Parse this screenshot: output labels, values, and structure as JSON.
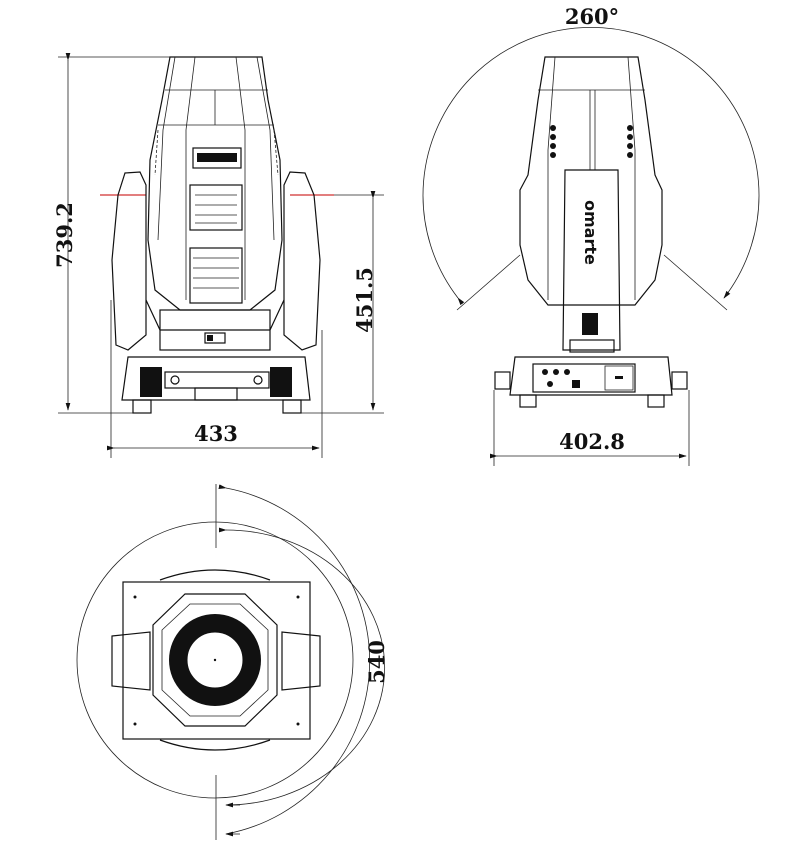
{
  "drawing": {
    "front_view": {
      "height_total": "739.2",
      "pivot_height": "451.5",
      "width": "433"
    },
    "side_view": {
      "tilt_angle": "260°",
      "base_width": "402.8",
      "logo": "omarte"
    },
    "top_view": {
      "pan_diameter": "540"
    },
    "line_color": "#111111",
    "centerline_color": "#d03030"
  }
}
